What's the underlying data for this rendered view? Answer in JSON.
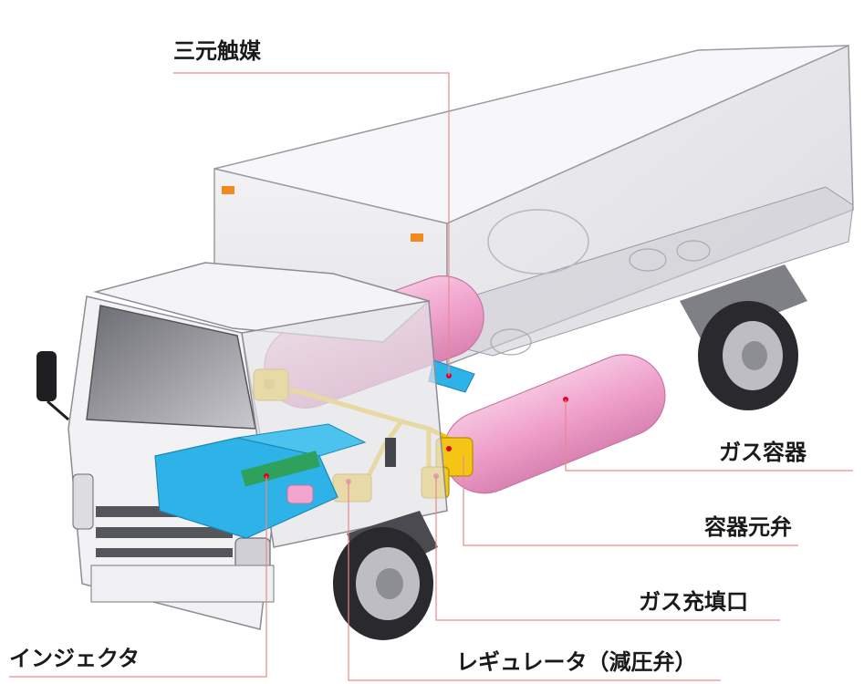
{
  "labels": {
    "catalyst": "三元触媒",
    "gas_container": "ガス容器",
    "container_valve": "容器元弁",
    "gas_filling_port": "ガス充填口",
    "regulator": "レギュレータ（減圧弁）",
    "injector": "インジェクタ"
  },
  "colors": {
    "gas_tank": "#f2a6cf",
    "engine_parts": "#2eb3e8",
    "fuel_line": "#f2c200",
    "leader_line": "#e98a8a",
    "truck_body": "#e9e9ec",
    "truck_outline": "#8c8c94"
  }
}
